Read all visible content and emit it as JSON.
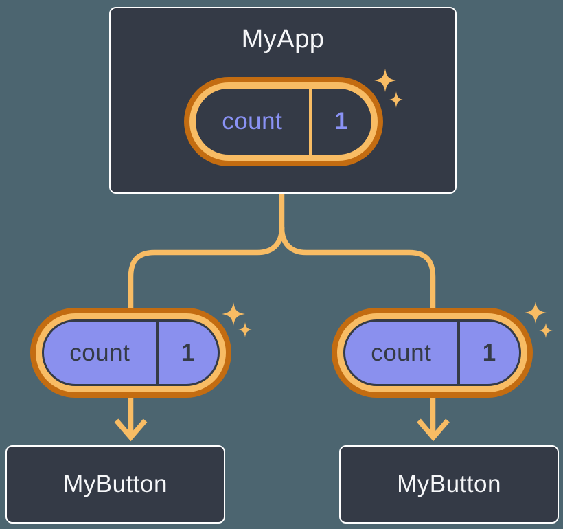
{
  "tree": {
    "root": {
      "label": "MyApp",
      "state": {
        "name": "count",
        "value": "1"
      }
    },
    "children": [
      {
        "label": "MyButton",
        "prop": {
          "name": "count",
          "value": "1"
        }
      },
      {
        "label": "MyButton",
        "prop": {
          "name": "count",
          "value": "1"
        }
      }
    ]
  },
  "icons": {
    "sparkle": "four-point-star",
    "arrowhead": "open-chevron-down"
  },
  "colors": {
    "bg": "#4C6570",
    "node_fill": "#343A46",
    "node_border": "#FFFFFF",
    "orange_dark": "#C36C11",
    "orange_light": "#F8BC64",
    "purple_fill": "#8A90EE",
    "purple_text": "#8A92F5",
    "ink": "#353B46",
    "text_white": "#F6F7F9"
  }
}
